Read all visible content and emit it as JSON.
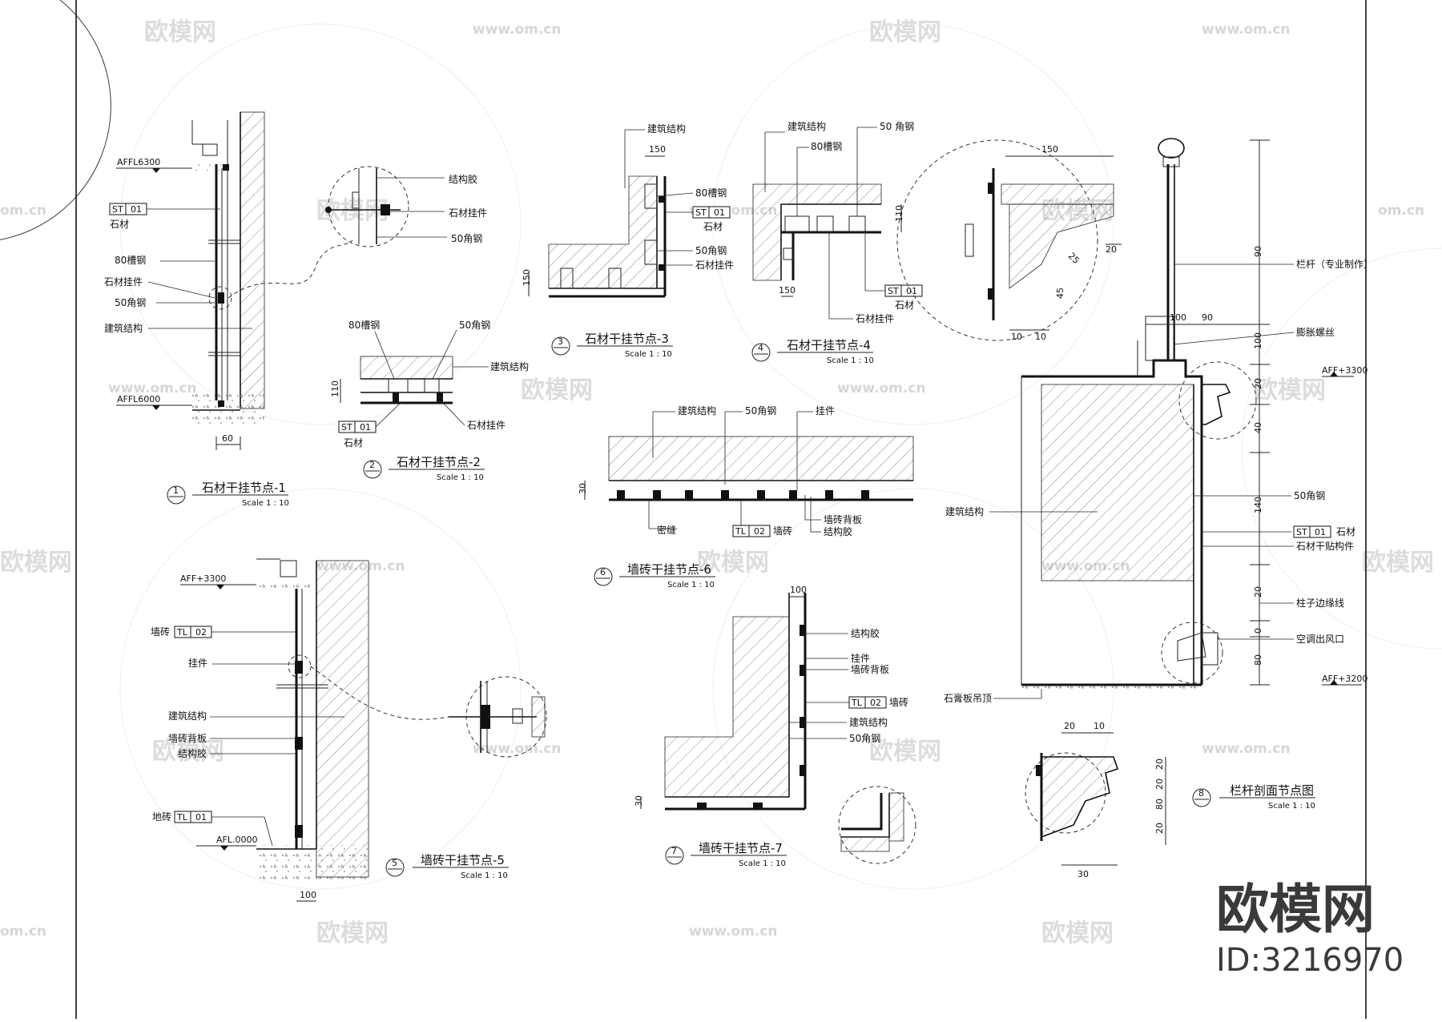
{
  "watermark": {
    "brand": "欧模网",
    "url": "www.om.cn",
    "url_fragment": "om.cn",
    "id": "ID:3216970"
  },
  "callouts": {
    "structure": "建筑结构",
    "channel80": "80槽钢",
    "angle50": "50角钢",
    "angle50b": "50 角钢",
    "stone_hanger": "石材挂件",
    "stone": "石材",
    "glue": "结构胶",
    "tile": "墙砖",
    "hanger": "挂件",
    "tile_backplate": "墙砖背板",
    "floor_tile": "地砖",
    "seam": "密缝",
    "railing": "栏杆（专业制作）",
    "expansion_bolt": "膨胀螺丝",
    "stone_dry_member": "石材干贴构件",
    "column_edge": "柱子边缘线",
    "ac_vent": "空调出风口",
    "gypsum_ceiling": "石膏板吊顶"
  },
  "codes": {
    "ST": "ST",
    "TL": "TL",
    "n01": "01",
    "n02": "02"
  },
  "levels": {
    "affA": "AFFL6300",
    "affB": "AFFL6000",
    "affC": "AFF+3300",
    "affD": "AFL.0000",
    "affE": "AFF+3300",
    "affF": "AFF+3200"
  },
  "dims": {
    "d60": "60",
    "d100": "100",
    "d150": "150",
    "d110": "110",
    "d90": "90",
    "d30": "30",
    "d40": "40",
    "d20": "20",
    "d10": "10",
    "d0": "0",
    "d10a": "10",
    "d80": "80",
    "d25": "25",
    "d140": "140",
    "d45": "45"
  },
  "details": [
    {
      "num": "1",
      "title": "石材干挂节点-1",
      "scale": "Scale 1 : 10"
    },
    {
      "num": "2",
      "title": "石材干挂节点-2",
      "scale": "Scale 1 : 10"
    },
    {
      "num": "3",
      "title": "石材干挂节点-3",
      "scale": "Scale 1 : 10"
    },
    {
      "num": "4",
      "title": "石材干挂节点-4",
      "scale": "Scale 1 : 10"
    },
    {
      "num": "5",
      "title": "墙砖干挂节点-5",
      "scale": "Scale 1 : 10"
    },
    {
      "num": "6",
      "title": "墙砖干挂节点-6",
      "scale": "Scale 1 : 10"
    },
    {
      "num": "7",
      "title": "墙砖干挂节点-7",
      "scale": "Scale 1 : 10"
    },
    {
      "num": "8",
      "title": "栏杆剖面节点图",
      "scale": "Scale 1 : 10"
    }
  ]
}
